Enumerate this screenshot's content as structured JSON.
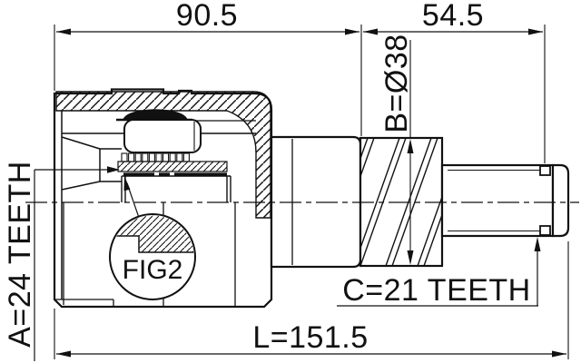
{
  "drawing": {
    "type": "cv-joint-cross-section",
    "dimensions": {
      "housing_width": "90.5",
      "shaft_width": "54.5",
      "spline_diameter": "B=Ø38",
      "inner_spline_teeth": "A=24 TEETH",
      "stub_spline_teeth": "C=21 TEETH",
      "total_length": "L=151.5"
    },
    "detail": {
      "label": "FIG2"
    },
    "colors": {
      "line": "#111111",
      "background": "#ffffff"
    }
  }
}
